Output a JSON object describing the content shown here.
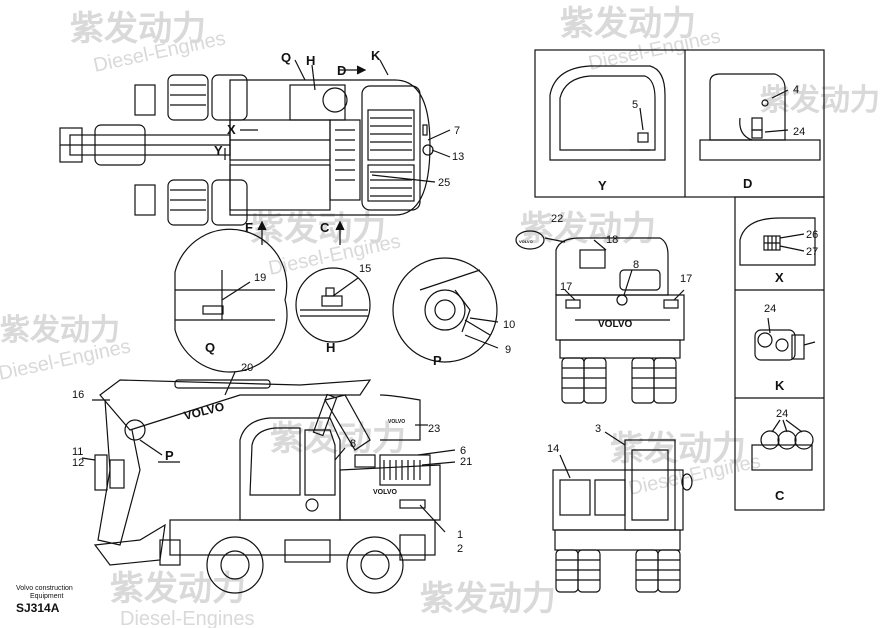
{
  "watermark": {
    "brand_cn": "紫发动力",
    "brand_en": "Diesel-Engines"
  },
  "footer": {
    "company": "Volvo construction",
    "sub": "Equipment",
    "code": "SJ314A"
  },
  "brand": "VOLVO",
  "views": {
    "Y": "Y",
    "D": "D",
    "X": "X",
    "K": "K",
    "C": "C",
    "Q": "Q",
    "H": "H",
    "P": "P",
    "F": "F"
  },
  "top_view": {
    "Q": "Q",
    "H": "H",
    "D": "D",
    "K": "K",
    "X": "X",
    "Y": "Y",
    "F": "F",
    "C": "C",
    "n7": "7",
    "n13": "13",
    "n25": "25"
  },
  "callouts": {
    "n1": "1",
    "n2": "2",
    "n3": "3",
    "n4": "4",
    "n5": "5",
    "n6": "6",
    "n7": "7",
    "n8": "8",
    "n9": "9",
    "n10": "10",
    "n11": "11",
    "n12": "12",
    "n13": "13",
    "n14": "14",
    "n15": "15",
    "n16": "16",
    "n17": "17",
    "n18": "18",
    "n19": "19",
    "n20": "20",
    "n21": "21",
    "n22": "22",
    "n23": "23",
    "n24": "24",
    "n25": "25",
    "n26": "26",
    "n27": "27"
  }
}
